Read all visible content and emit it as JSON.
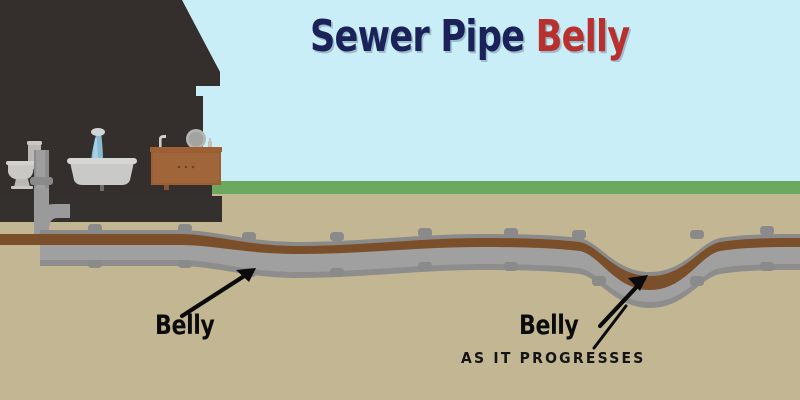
{
  "title": {
    "part1": "Sewer Pipe ",
    "part2": "Belly",
    "color_navy": "#1b2159",
    "color_red": "#b8312f"
  },
  "scene": {
    "sky_color": "#c9eef7",
    "grass_color": "#6aa95e",
    "soil_color": "#c2b693",
    "house_color": "#342f2d",
    "pipe_outer_color": "#9a9a9a",
    "pipe_shadow_color": "#7d7d7d",
    "pipe_sludge_color": "#7b4f29"
  },
  "house": {
    "name": "house-silhouette",
    "fixtures": [
      {
        "id": "toilet",
        "icon": "toilet-icon",
        "label": "Toilet"
      },
      {
        "id": "bathtub",
        "icon": "bathtub-icon",
        "label": "Bathtub with shower"
      },
      {
        "id": "vanity",
        "icon": "sink-vanity-icon",
        "label": "Sink vanity with mirror"
      }
    ]
  },
  "pipe": {
    "name": "sewer-pipe",
    "bellies": [
      {
        "id": "belly-1",
        "label": "Belly",
        "sublabel": "",
        "depth": "shallow"
      },
      {
        "id": "belly-2",
        "label": "Belly",
        "sublabel": "AS IT PROGRESSES",
        "depth": "deep"
      }
    ]
  },
  "callouts": {
    "belly_1_label": "Belly",
    "belly_2_label": "Belly",
    "belly_2_sublabel": "AS IT  PROGRESSES"
  }
}
